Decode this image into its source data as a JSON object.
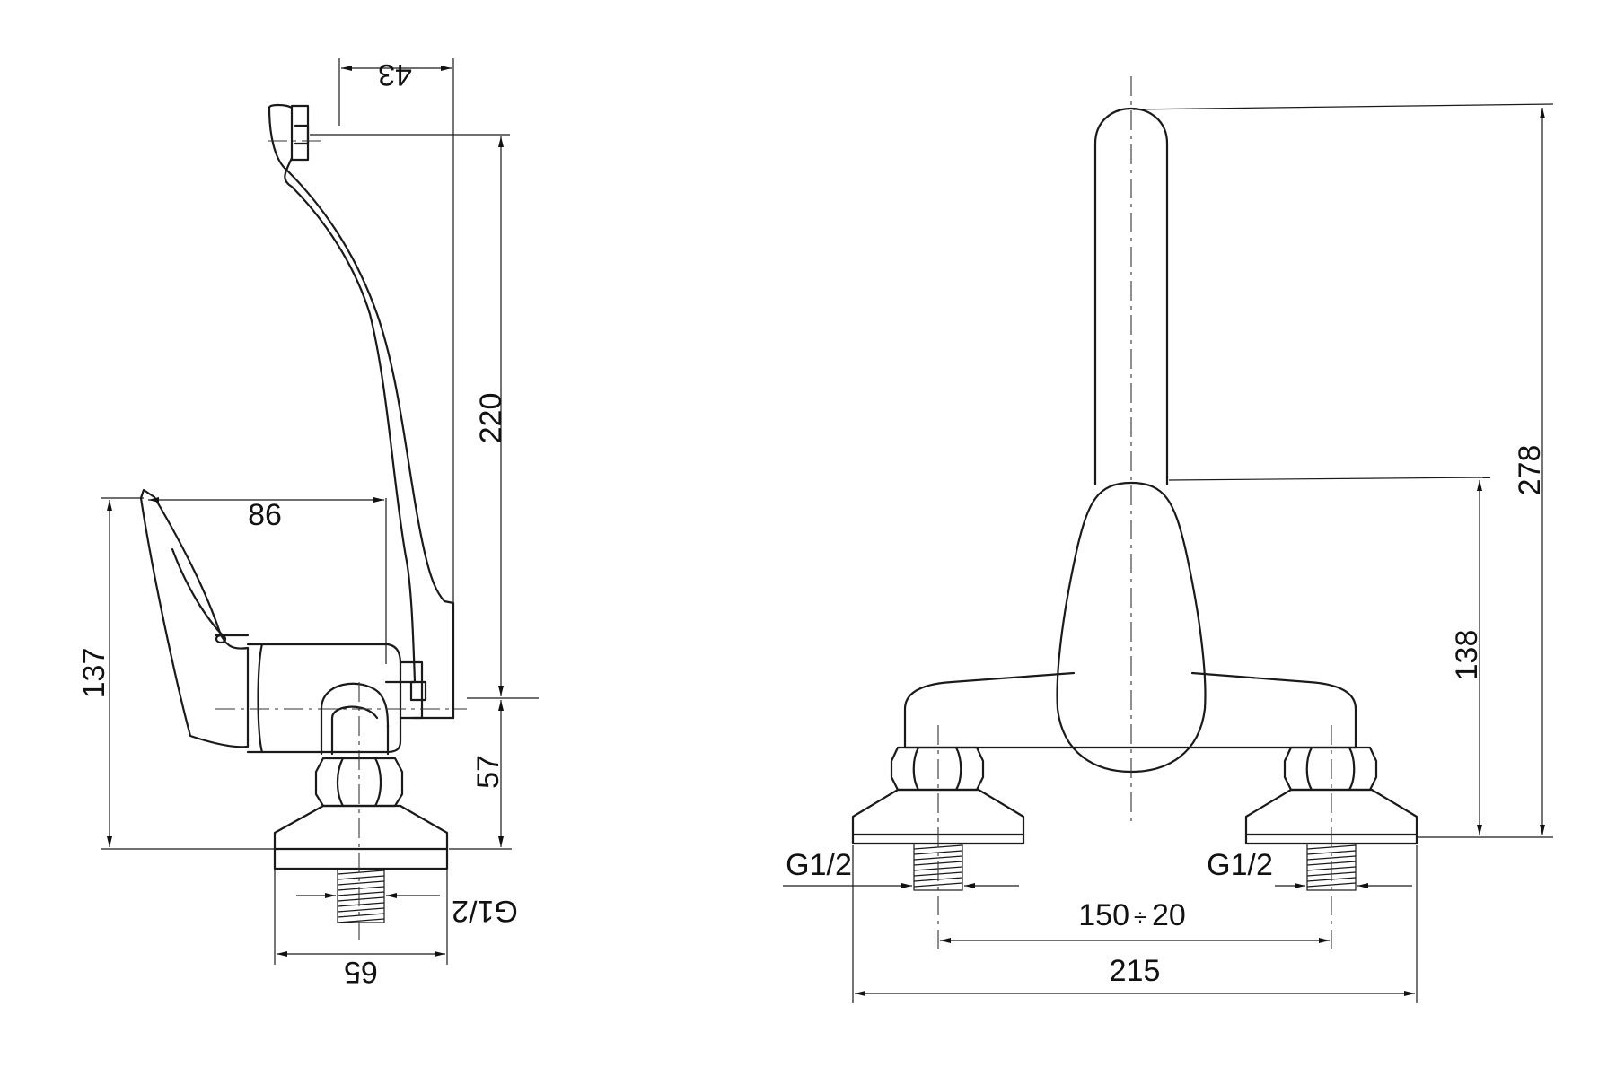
{
  "side_view": {
    "dim_top": "43",
    "dim_spout_height": "220",
    "dim_lever_reach": "86",
    "dim_total_height": "137",
    "dim_base_height": "57",
    "dim_thread": "G1/2",
    "dim_base_width": "65"
  },
  "front_view": {
    "dim_total_height": "278",
    "dim_body_height": "138",
    "dim_thread_left": "G1/2",
    "dim_thread_right": "G1/2",
    "dim_spacing": "150",
    "dim_spacing_sep": "÷",
    "dim_spacing_tol": "20",
    "dim_overall_width": "215"
  }
}
